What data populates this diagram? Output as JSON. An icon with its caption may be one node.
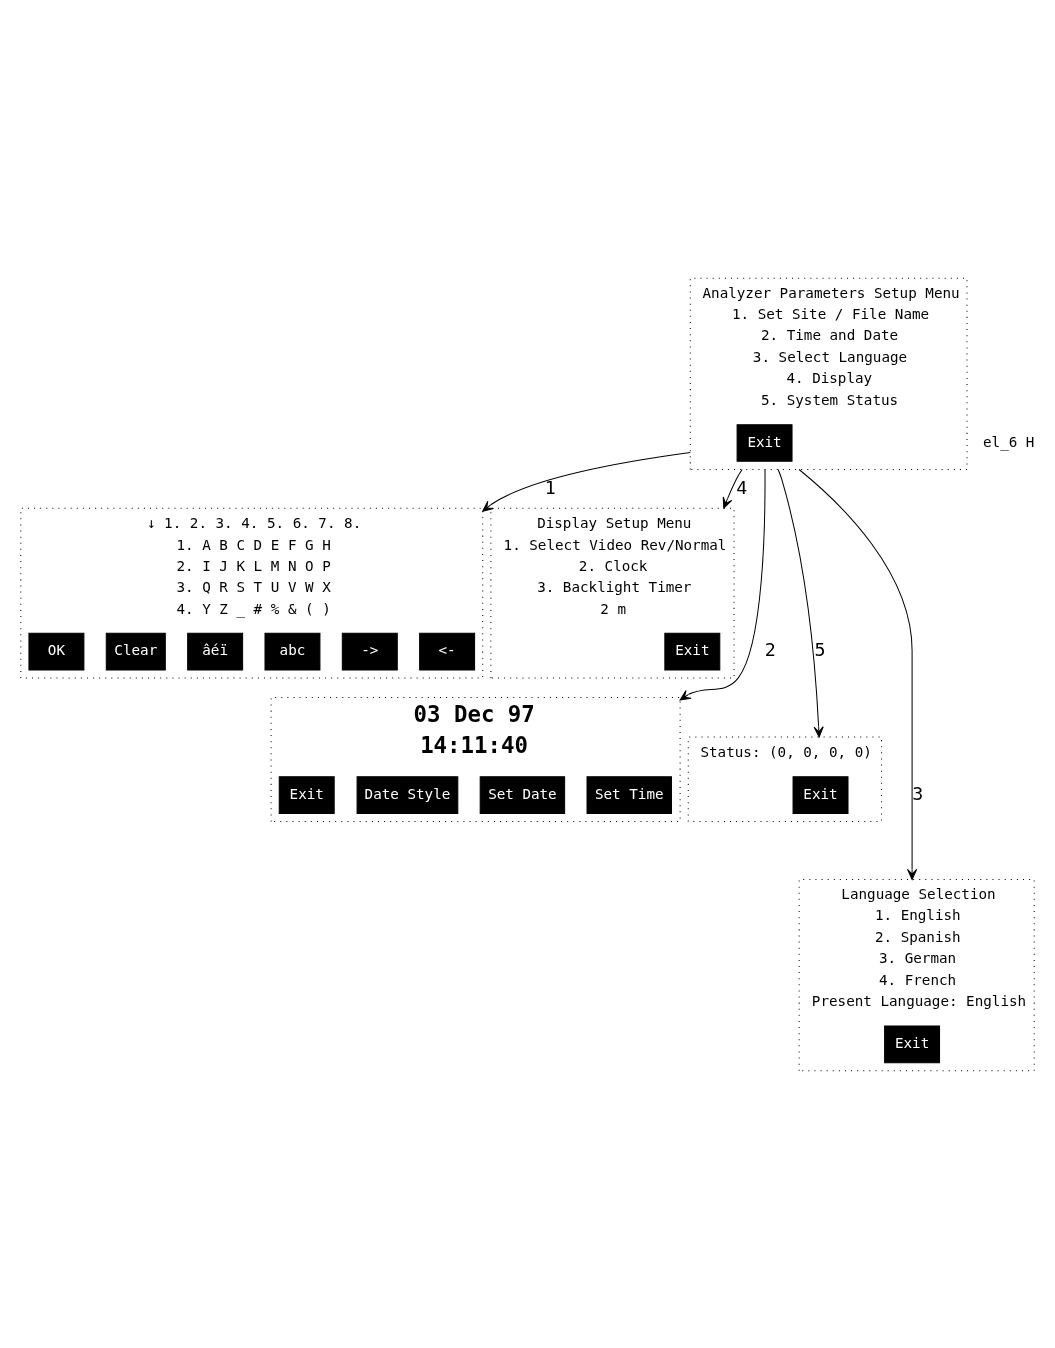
{
  "diagram": {
    "nodes": [
      {
        "text": [
          "Analyzer Parameters Setup Menu",
          "1. Set Site / File Name",
          "2. Time and Date",
          "3. Select Language",
          "4. Display",
          "5. System Status"
        ]
      },
      {
        "text": [
          "Exit"
        ],
        "in": 0
      },
      {
        "text": [
          "↓ 1. 2. 3. 4. 5. 6. 7. 8.",
          "1. A B C D E F G H",
          "2. I J K L M N O P",
          "3. Q R S T U V W X",
          "4. Y Z _ # % & ( )"
        ]
      },
      {
        "text": [
          "<-"
        ],
        "in": 2
      },
      {
        "text": [
          "->"
        ],
        "in": 2
      },
      {
        "text": [
          "abc"
        ],
        "in": 2
      },
      {
        "text": [
          "âéï"
        ],
        "in": 2
      },
      {
        "text": [
          "Clear"
        ],
        "in": 2
      },
      {
        "text": [
          "OK"
        ],
        "in": 2
      },
      {
        "text": [
          "Display Setup Menu",
          "1. Select Video Rev/Normal",
          "2. Clock",
          "3. Backlight Timer",
          "2 m"
        ]
      },
      {
        "text": [
          "Exit"
        ],
        "in": 9
      },
      {
        "text": [
          "03 Dec 97",
          "14:11:40"
        ]
      },
      {
        "text": [
          "Set Time"
        ],
        "in": 11
      },
      {
        "text": [
          "Set Date"
        ],
        "in": 11
      },
      {
        "text": [
          "Date Style"
        ],
        "in": 11
      },
      {
        "text": [
          "Exit"
        ],
        "in": 11
      },
      {
        "text": [
          "Status: (0, 0, 0, 0)"
        ]
      },
      {
        "text": [
          "Exit"
        ],
        "in": 16
      },
      {
        "text": [
          "Language Selection",
          "1. English",
          "2. Spanish",
          "3. German",
          "4. French",
          "Present Language: English"
        ]
      },
      {
        "text": [
          "Exit"
        ],
        "in": 18
      }
    ],
    "edges": [
      {
        "from": 0,
        "to": 2,
        "arrow": "to",
        "label": "1"
      },
      {
        "from": 0,
        "to": 11,
        "arrow": "to",
        "label": "2"
      },
      {
        "from": 0,
        "to": 18,
        "arrow": "to",
        "label": "3"
      },
      {
        "from": 0,
        "to": 9,
        "arrow": "to",
        "label": "4"
      },
      {
        "from": 0,
        "to": 16,
        "arrow": "to",
        "label": "5"
      }
    ],
    "labels": [
      "el_6 H"
    ]
  }
}
